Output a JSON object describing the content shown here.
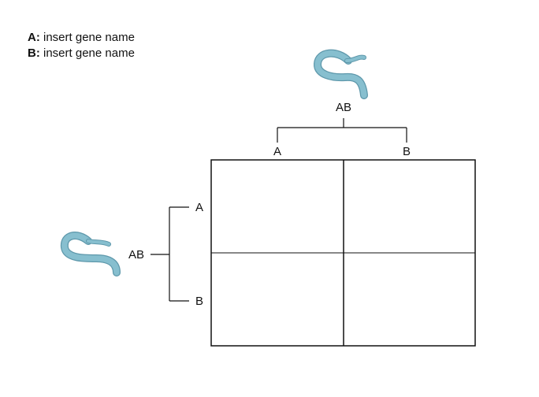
{
  "legend": {
    "items": [
      {
        "key": "A:",
        "text": "insert gene name"
      },
      {
        "key": "B:",
        "text": "insert gene name"
      }
    ]
  },
  "parents": {
    "top": {
      "genotype": "AB",
      "gametes": [
        "A",
        "B"
      ],
      "icon": "worm-icon"
    },
    "left": {
      "genotype": "AB",
      "gametes": [
        "A",
        "B"
      ],
      "icon": "worm-icon"
    }
  },
  "punnett_square": {
    "rows": 2,
    "cols": 2,
    "cells": [
      [
        "",
        ""
      ],
      [
        "",
        ""
      ]
    ]
  },
  "colors": {
    "worm_fill": "#87bfcf",
    "worm_stroke": "#5e98ab",
    "line": "#111111"
  }
}
